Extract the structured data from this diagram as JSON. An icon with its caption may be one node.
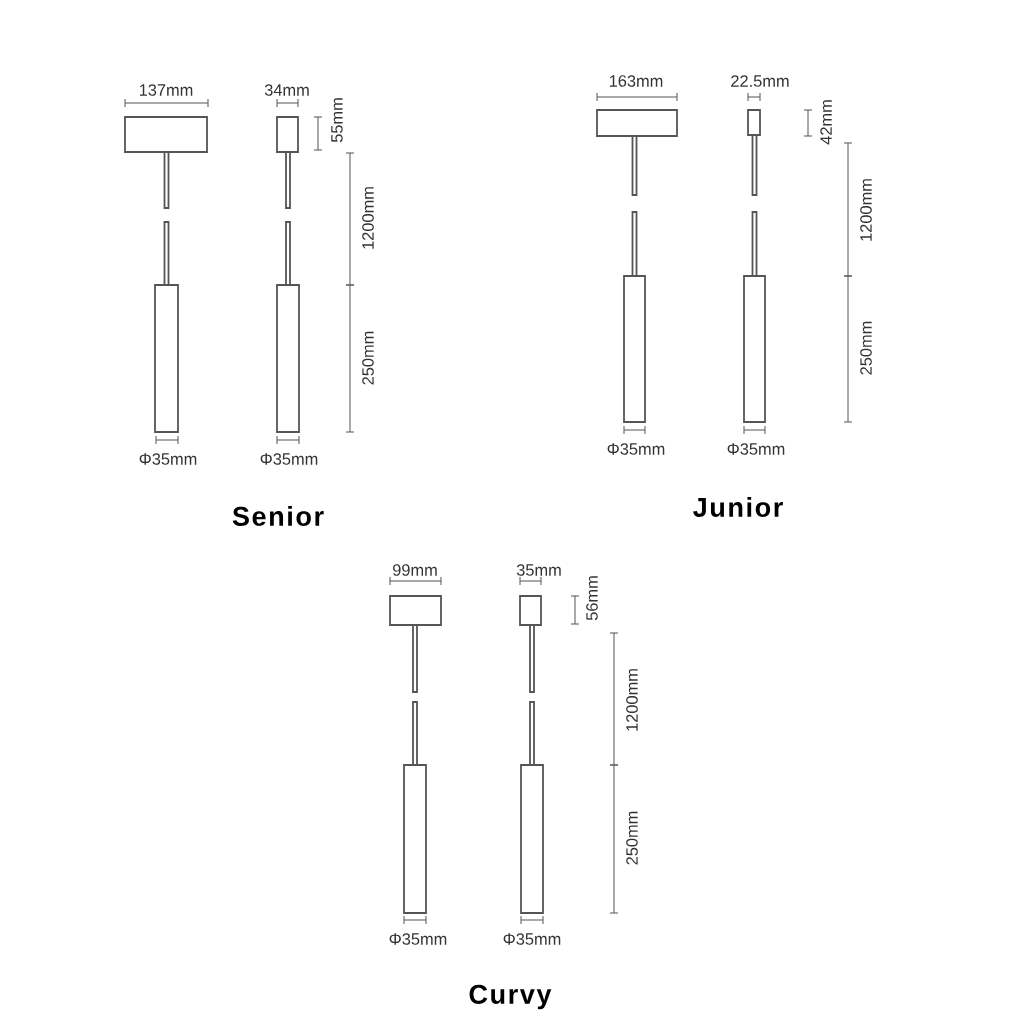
{
  "diagram": {
    "labels": [
      "137mm",
      "34mm",
      "55mm",
      "1200mm",
      "250mm",
      "Φ35mm",
      "Φ35mm",
      "Senior",
      "163mm",
      "22.5mm",
      "42mm",
      "1200mm",
      "250mm",
      "Φ35mm",
      "Φ35mm",
      "Junior",
      "99mm",
      "35mm",
      "56mm",
      "1200mm",
      "250mm",
      "Φ35mm",
      "Φ35mm",
      "Curvy"
    ]
  }
}
